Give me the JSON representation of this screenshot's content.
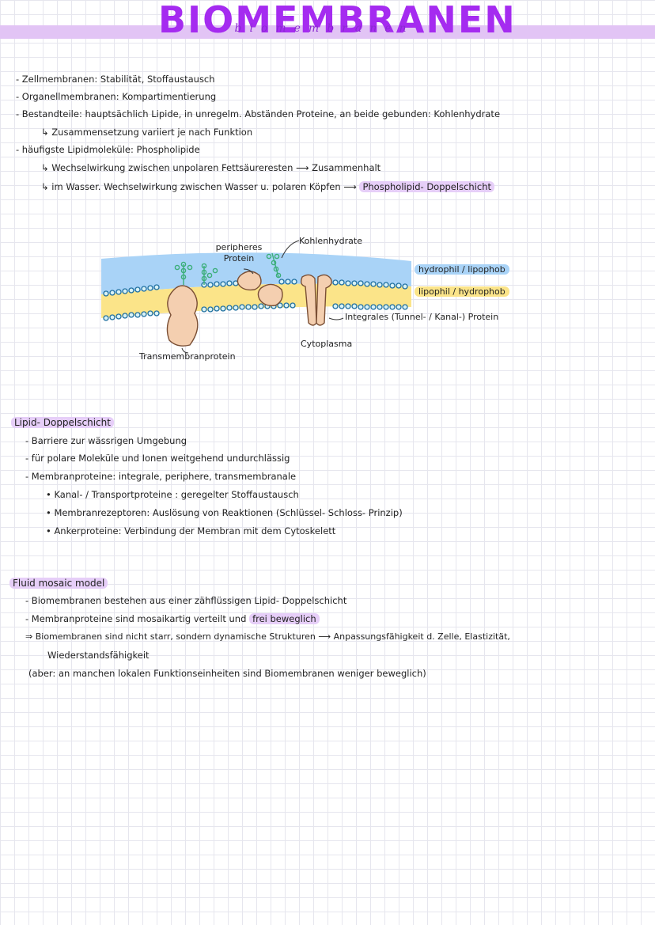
{
  "title": "BIOMEMBRANEN",
  "title_script": "biomembranen",
  "intro": {
    "l1": "- Zellmembranen:  Stabilität,  Stoffaustausch",
    "l2": "- Organellmembranen:  Kompartimentierung",
    "l3": "- Bestandteile:  hauptsächlich  Lipide,  in  unregelm.  Abständen  Proteine,  an  beide  gebunden:  Kohlenhydrate",
    "l4": "↳  Zusammensetzung  variiert  je  nach  Funktion",
    "l5": "-  häufigste  Lipidmoleküle:  Phospholipide",
    "l6": "↳  Wechselwirkung  zwischen  unpolaren   Fettsäureresten  ⟶  Zusammenhalt",
    "l7a": "↳  im  Wasser.  Wechselwirkung  zwischen  Wasser  u.  polaren  Köpfen ⟶ ",
    "l7b": "Phospholipid- Doppelschicht"
  },
  "diagram": {
    "peripheral_1": "peripheres",
    "peripheral_2": "Protein",
    "carbohydrates": "Kohlenhydrate",
    "hydrophil": "hydrophil / lipophob",
    "lipophil": "lipophil / hydrophob",
    "integral": "Integrales  (Tunnel- / Kanal-) Protein",
    "cytoplasm": "Cytoplasma",
    "transmembrane": "Transmembranprotein",
    "colors": {
      "water": "#a9d3f7",
      "lipid_core": "#fbe489",
      "heads": "#d9f2f6",
      "head_stroke": "#1f6fa0",
      "protein": "#f4cfb0",
      "protein_stroke": "#7a4f35",
      "carb": "#3cae7a"
    }
  },
  "lipid_section": {
    "heading": "Lipid- Doppelschicht",
    "l1": "- Barriere  zur  wässrigen  Umgebung",
    "l2": "-  für  polare  Moleküle  und  Ionen  weitgehend  undurchlässig",
    "l3": "-  Membranproteine:  integrale,  periphere,  transmembranale",
    "l4": "•  Kanal- / Transportproteine :   geregelter  Stoffaustausch",
    "l5": "•  Membranrezeptoren:  Auslösung  von  Reaktionen  (Schlüssel- Schloss- Prinzip)",
    "l6": "•  Ankerproteine:  Verbindung  der  Membran  mit  dem  Cytoskelett"
  },
  "fluid_section": {
    "heading": "Fluid  mosaic  model",
    "l1": "-  Biomembranen  bestehen  aus  einer  zähflüssigen  Lipid- Doppelschicht",
    "l2a": "-  Membranproteine  sind  mosaikartig  verteilt  und ",
    "l2b": "frei  beweglich",
    "l3": "⇒  Biomembranen  sind  nicht  starr,  sondern  dynamische   Strukturen  ⟶  Anpassungsfähigkeit  d.  Zelle,  Elastizität,",
    "l4": "Wiederstandsfähigkeit",
    "l5": "(aber:  an  manchen  lokalen  Funktionseinheiten  sind  Biomembranen  weniger  beweglich)"
  }
}
